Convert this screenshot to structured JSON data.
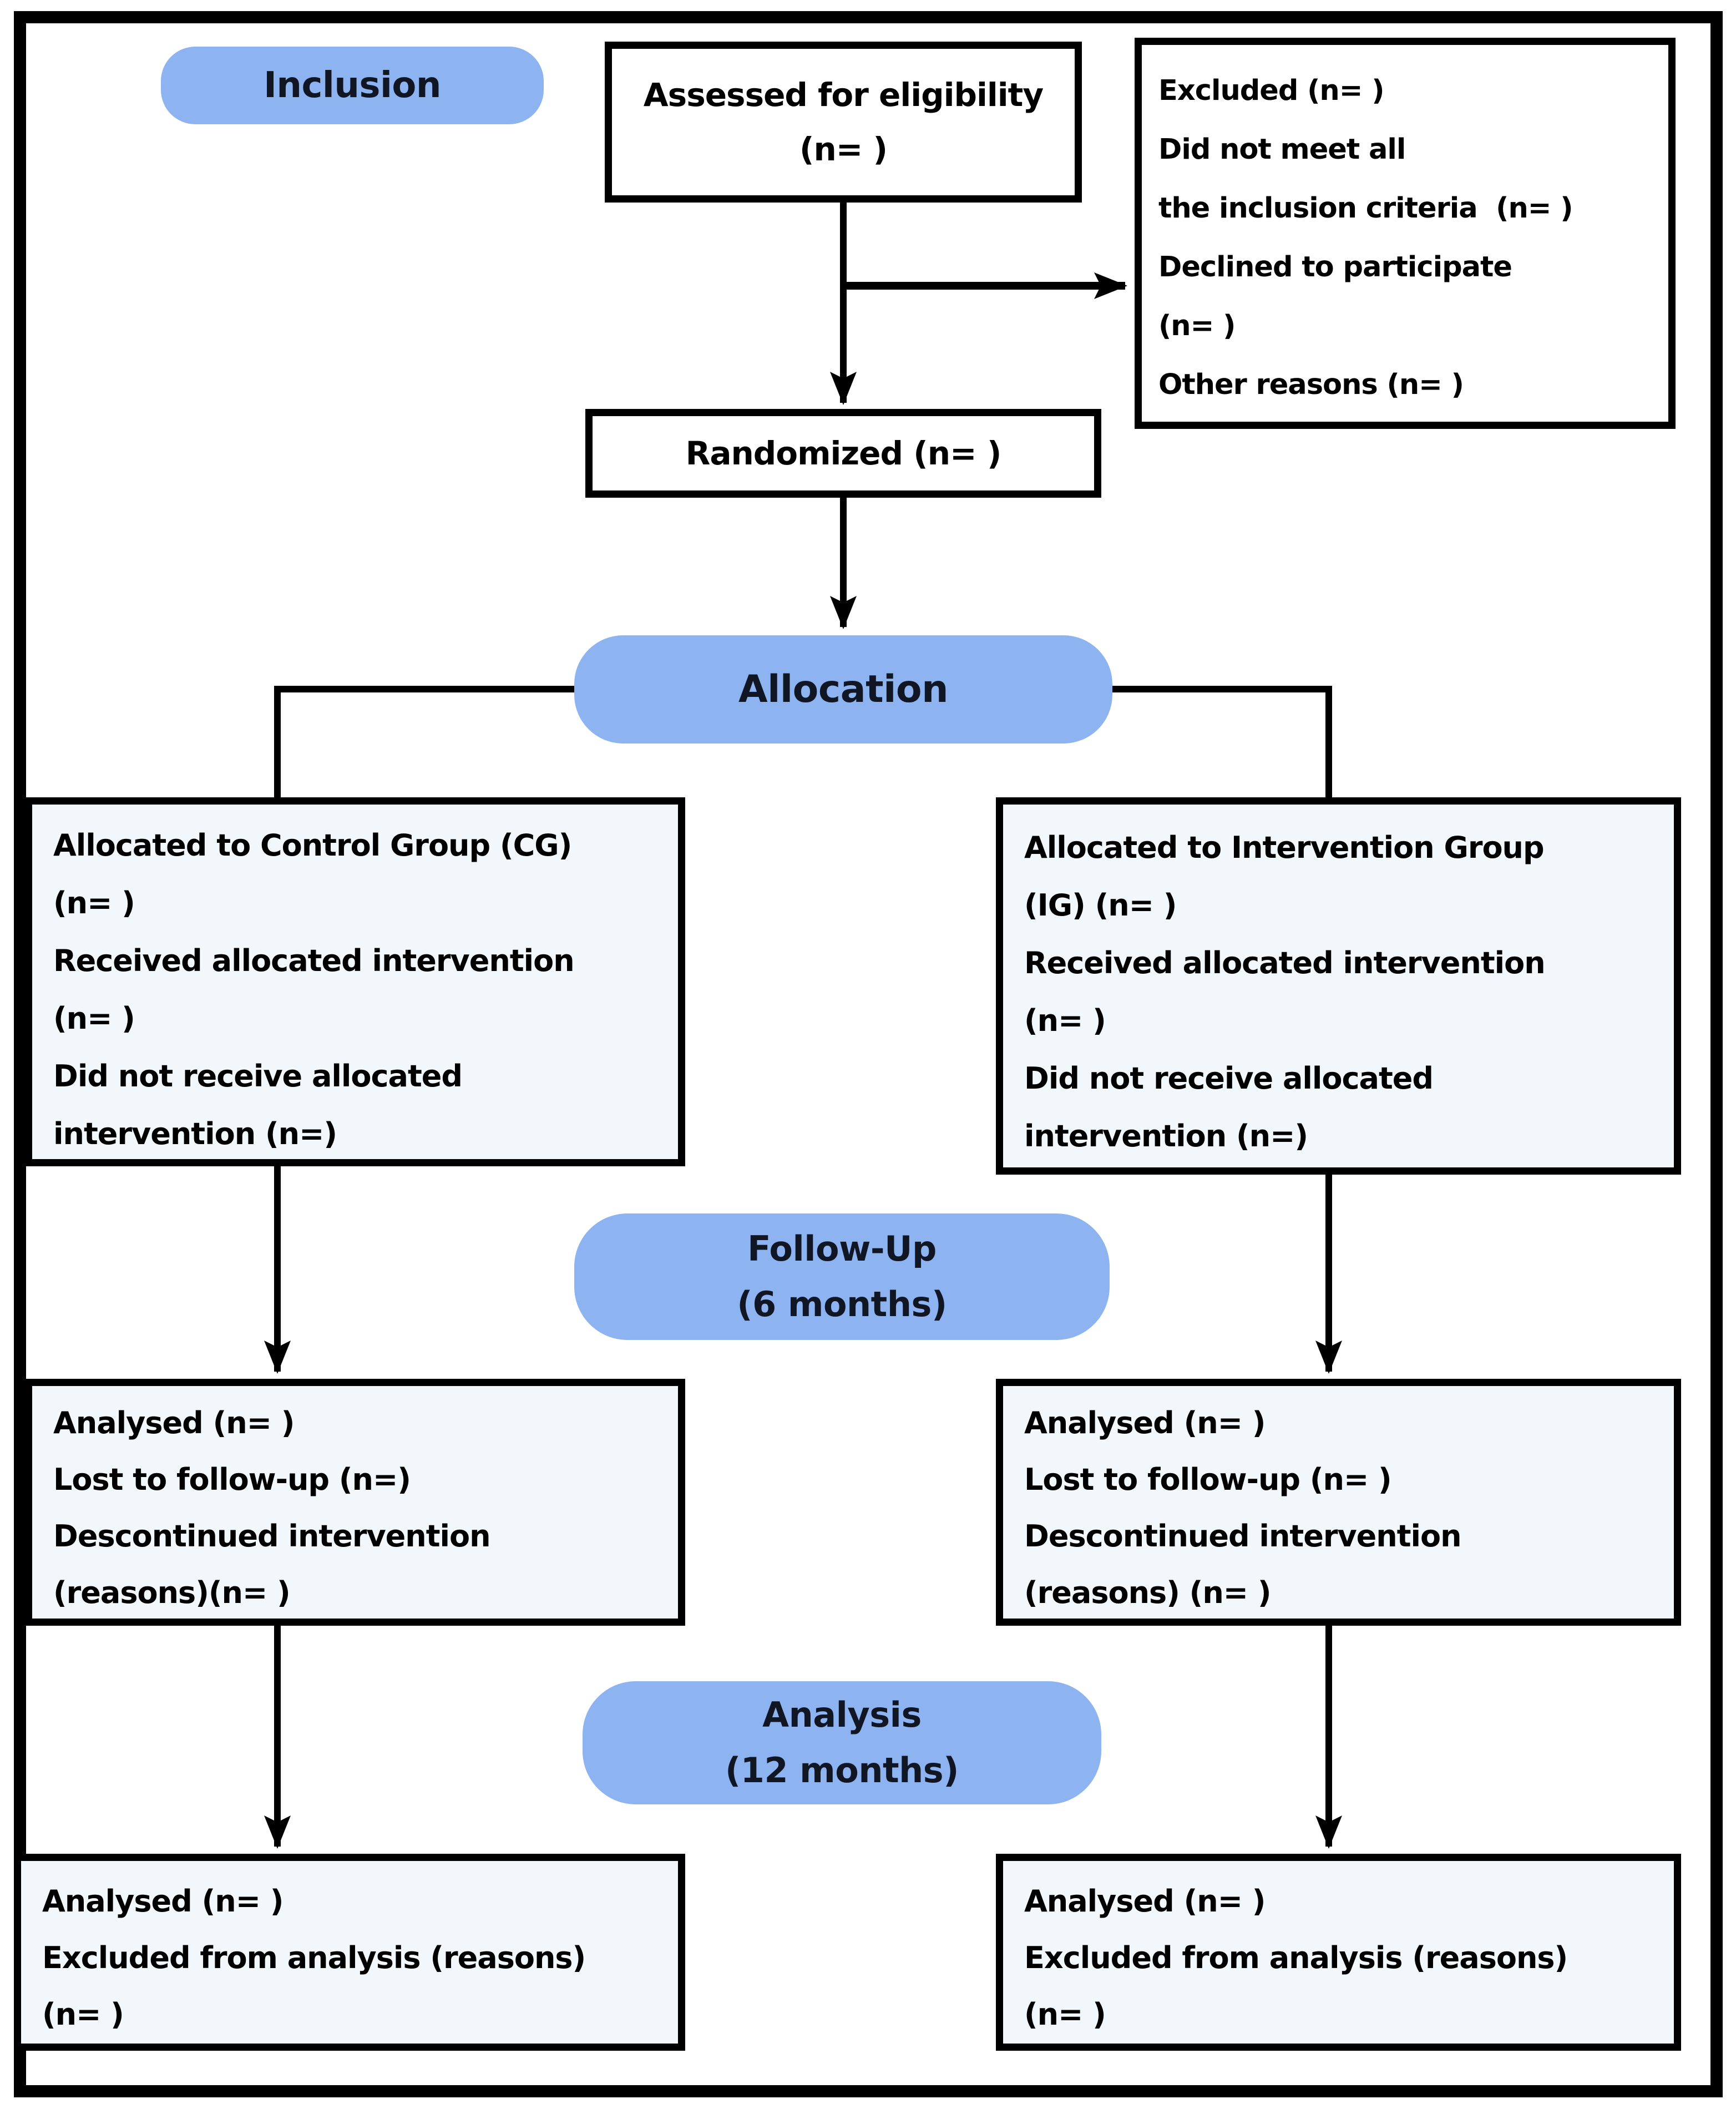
{
  "diagram": {
    "title": "Randomized trial flow diagram",
    "phases": {
      "inclusion": "Inclusion",
      "allocation": "Allocation",
      "followup": "Follow-Up\n(6 months)",
      "analysis": "Analysis\n(12 months)"
    },
    "boxes": {
      "assessed": "Assessed for eligibility\n(n= )",
      "excluded": "Excluded (n= )\nDid not meet all\nthe inclusion criteria  (n= )\nDeclined to participate\n(n= )\nOther reasons (n= )",
      "randomized": "Randomized (n= )",
      "allocated_control": "Allocated to Control Group (CG)\n(n= )\nReceived allocated intervention\n(n= )\nDid not receive allocated\nintervention (n=)",
      "allocated_intervention": "Allocated to Intervention Group\n(IG) (n= )\nReceived allocated intervention\n(n= )\nDid not receive allocated\nintervention (n=)",
      "followup_control": "Analysed (n= )\nLost to follow-up (n=)\nDescontinued intervention\n(reasons)(n= )",
      "followup_intervention": "Analysed (n= )\nLost to follow-up (n= )\nDescontinued intervention\n(reasons) (n= )",
      "analysis_control": "Analysed (n= )\nExcluded from analysis (reasons)\n(n= )",
      "analysis_intervention": "Analysed (n= )\nExcluded from analysis (reasons)\n(n= )"
    },
    "colors": {
      "phase_pill_blue": "#8db4f0",
      "light_box_background": "#f1f7fa",
      "white_box_background": "#ffffff",
      "line_black": "#000000",
      "pill_text": "#101624"
    }
  }
}
